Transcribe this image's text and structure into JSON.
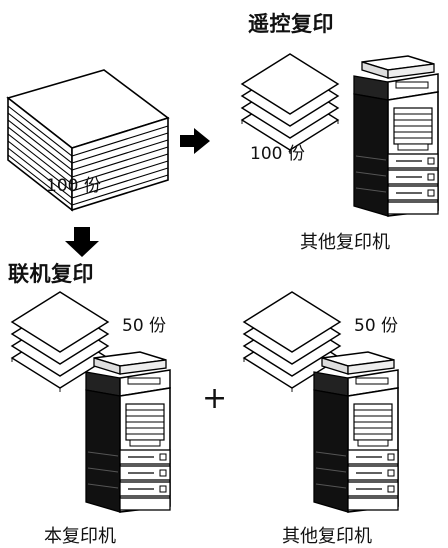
{
  "remote_section": {
    "title": "遥控复印",
    "copies": "100 份",
    "device_caption": "其他复印机"
  },
  "source_stack": {
    "copies": "100 份"
  },
  "linked_section": {
    "title": "联机复印",
    "this_device": {
      "copies": "50 份",
      "caption": "本复印机"
    },
    "other_device": {
      "copies": "50 份",
      "caption": "其他复印机"
    },
    "plus_symbol": "+"
  },
  "icons": {
    "arrow_right": "right-arrow-icon",
    "arrow_down": "down-arrow-icon",
    "paper_stack": "paper-stack-icon",
    "copier": "copier-icon"
  }
}
